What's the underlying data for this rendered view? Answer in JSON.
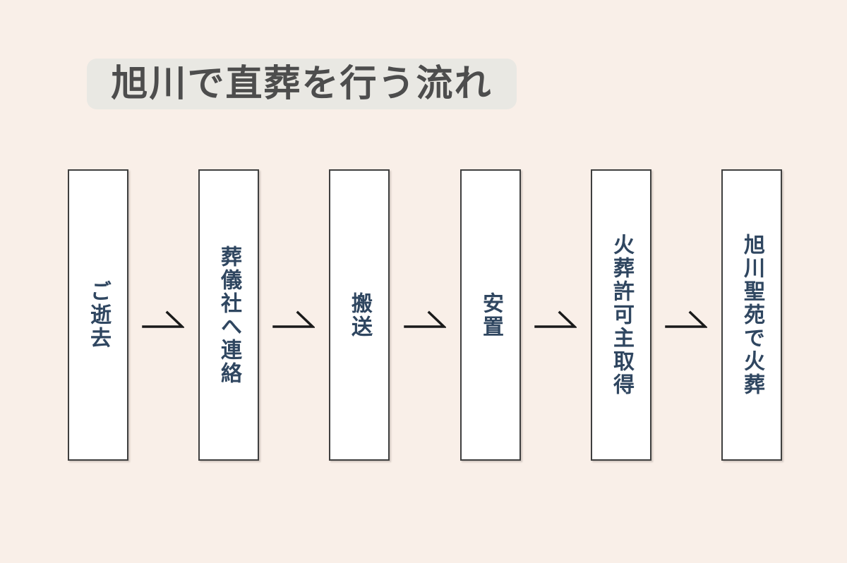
{
  "title": "旭川で直葬を行う流れ",
  "flow": {
    "steps": [
      {
        "label": "ご逝去"
      },
      {
        "label": "葬儀社へ連絡"
      },
      {
        "label": "搬送"
      },
      {
        "label": "安置"
      },
      {
        "label": "火葬許可主取得"
      },
      {
        "label": "旭川聖苑で火葬"
      }
    ],
    "arrow_icon": "right-harpoon-arrow-icon",
    "direction": "left-to-right"
  },
  "colors": {
    "background": "#f9efe8",
    "title_badge_bg": "#e9e8e3",
    "title_text": "#4d4d4d",
    "step_box_bg": "#ffffff",
    "step_box_border": "#3f3f3f",
    "step_text": "#2f4660",
    "arrow": "#1a1a1a"
  }
}
